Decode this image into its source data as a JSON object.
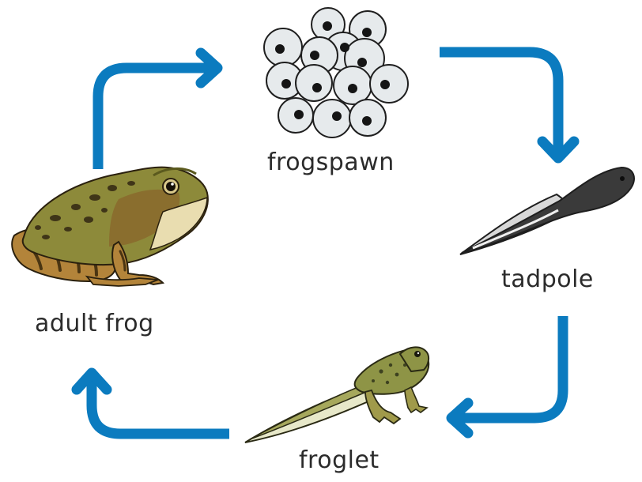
{
  "diagram": {
    "stages": {
      "frogspawn": "frogspawn",
      "tadpole": "tadpole",
      "froglet": "froglet",
      "adult_frog": "adult frog"
    },
    "colors": {
      "arrow": "#0b7bbf",
      "egg_fill": "#e6eaec",
      "egg_outline": "#1f1f1f",
      "egg_embryo": "#151515",
      "tadpole_body": "#3a3a3a",
      "tadpole_tail_fin": "#d8d8d8",
      "froglet_body": "#8e9446",
      "froglet_spots": "#3e4220",
      "frog_body": "#8d8a3a",
      "frog_spots": "#3f3518",
      "frog_legs": "#b3843a",
      "frog_belly": "#e9ddb0"
    },
    "icons": {
      "frogspawn": "frogspawn-illustration",
      "tadpole": "tadpole-illustration",
      "froglet": "froglet-illustration",
      "adult_frog": "adult-frog-illustration",
      "arrow": "cycle-arrow-icon"
    }
  }
}
